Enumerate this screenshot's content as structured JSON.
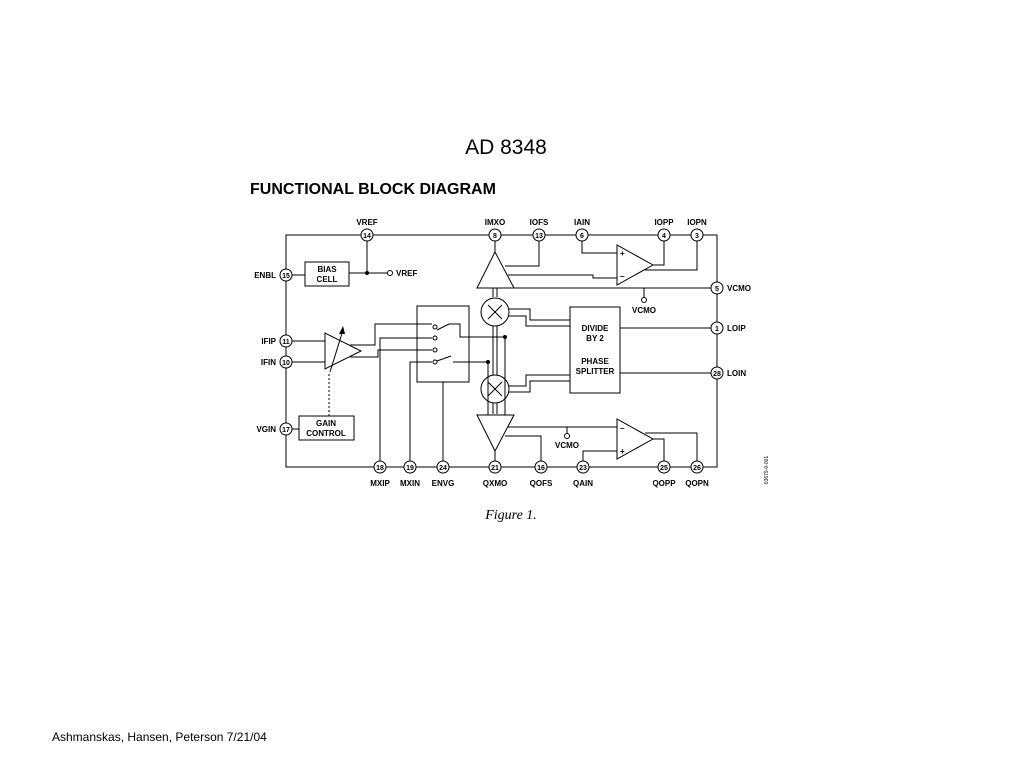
{
  "slide": {
    "title": "AD 8348",
    "footer": "Ashmanskas, Hansen, Peterson 7/21/04"
  },
  "figure": {
    "heading": "FUNCTIONAL BLOCK DIAGRAM",
    "caption": "Figure 1.",
    "code": "03679-0-001",
    "blocks": {
      "bias_cell": [
        "BIAS",
        "CELL"
      ],
      "gain_control": [
        "GAIN",
        "CONTROL"
      ],
      "divider": [
        "DIVIDE",
        "BY 2",
        "PHASE",
        "SPLITTER"
      ]
    },
    "internal_labels": {
      "vref": "VREF",
      "vcmo_top": "VCMO",
      "vcmo_bottom": "VCMO",
      "plus": "+",
      "minus": "–"
    },
    "pins": {
      "p14": {
        "num": "14",
        "name": "VREF"
      },
      "p8": {
        "num": "8",
        "name": "IMXO"
      },
      "p13": {
        "num": "13",
        "name": "IOFS"
      },
      "p6": {
        "num": "6",
        "name": "IAIN"
      },
      "p4": {
        "num": "4",
        "name": "IOPP"
      },
      "p3": {
        "num": "3",
        "name": "IOPN"
      },
      "p15": {
        "num": "15",
        "name": "ENBL"
      },
      "p11": {
        "num": "11",
        "name": "IFIP"
      },
      "p10": {
        "num": "10",
        "name": "IFIN"
      },
      "p17": {
        "num": "17",
        "name": "VGIN"
      },
      "p5": {
        "num": "5",
        "name": "VCMO"
      },
      "p1": {
        "num": "1",
        "name": "LOIP"
      },
      "p28": {
        "num": "28",
        "name": "LOIN"
      },
      "p18": {
        "num": "18",
        "name": "MXIP"
      },
      "p19": {
        "num": "19",
        "name": "MXIN"
      },
      "p24": {
        "num": "24",
        "name": "ENVG"
      },
      "p21": {
        "num": "21",
        "name": "QXMO"
      },
      "p16": {
        "num": "16",
        "name": "QOFS"
      },
      "p23": {
        "num": "23",
        "name": "QAIN"
      },
      "p25": {
        "num": "25",
        "name": "QOPP"
      },
      "p26": {
        "num": "26",
        "name": "QOPN"
      }
    }
  }
}
